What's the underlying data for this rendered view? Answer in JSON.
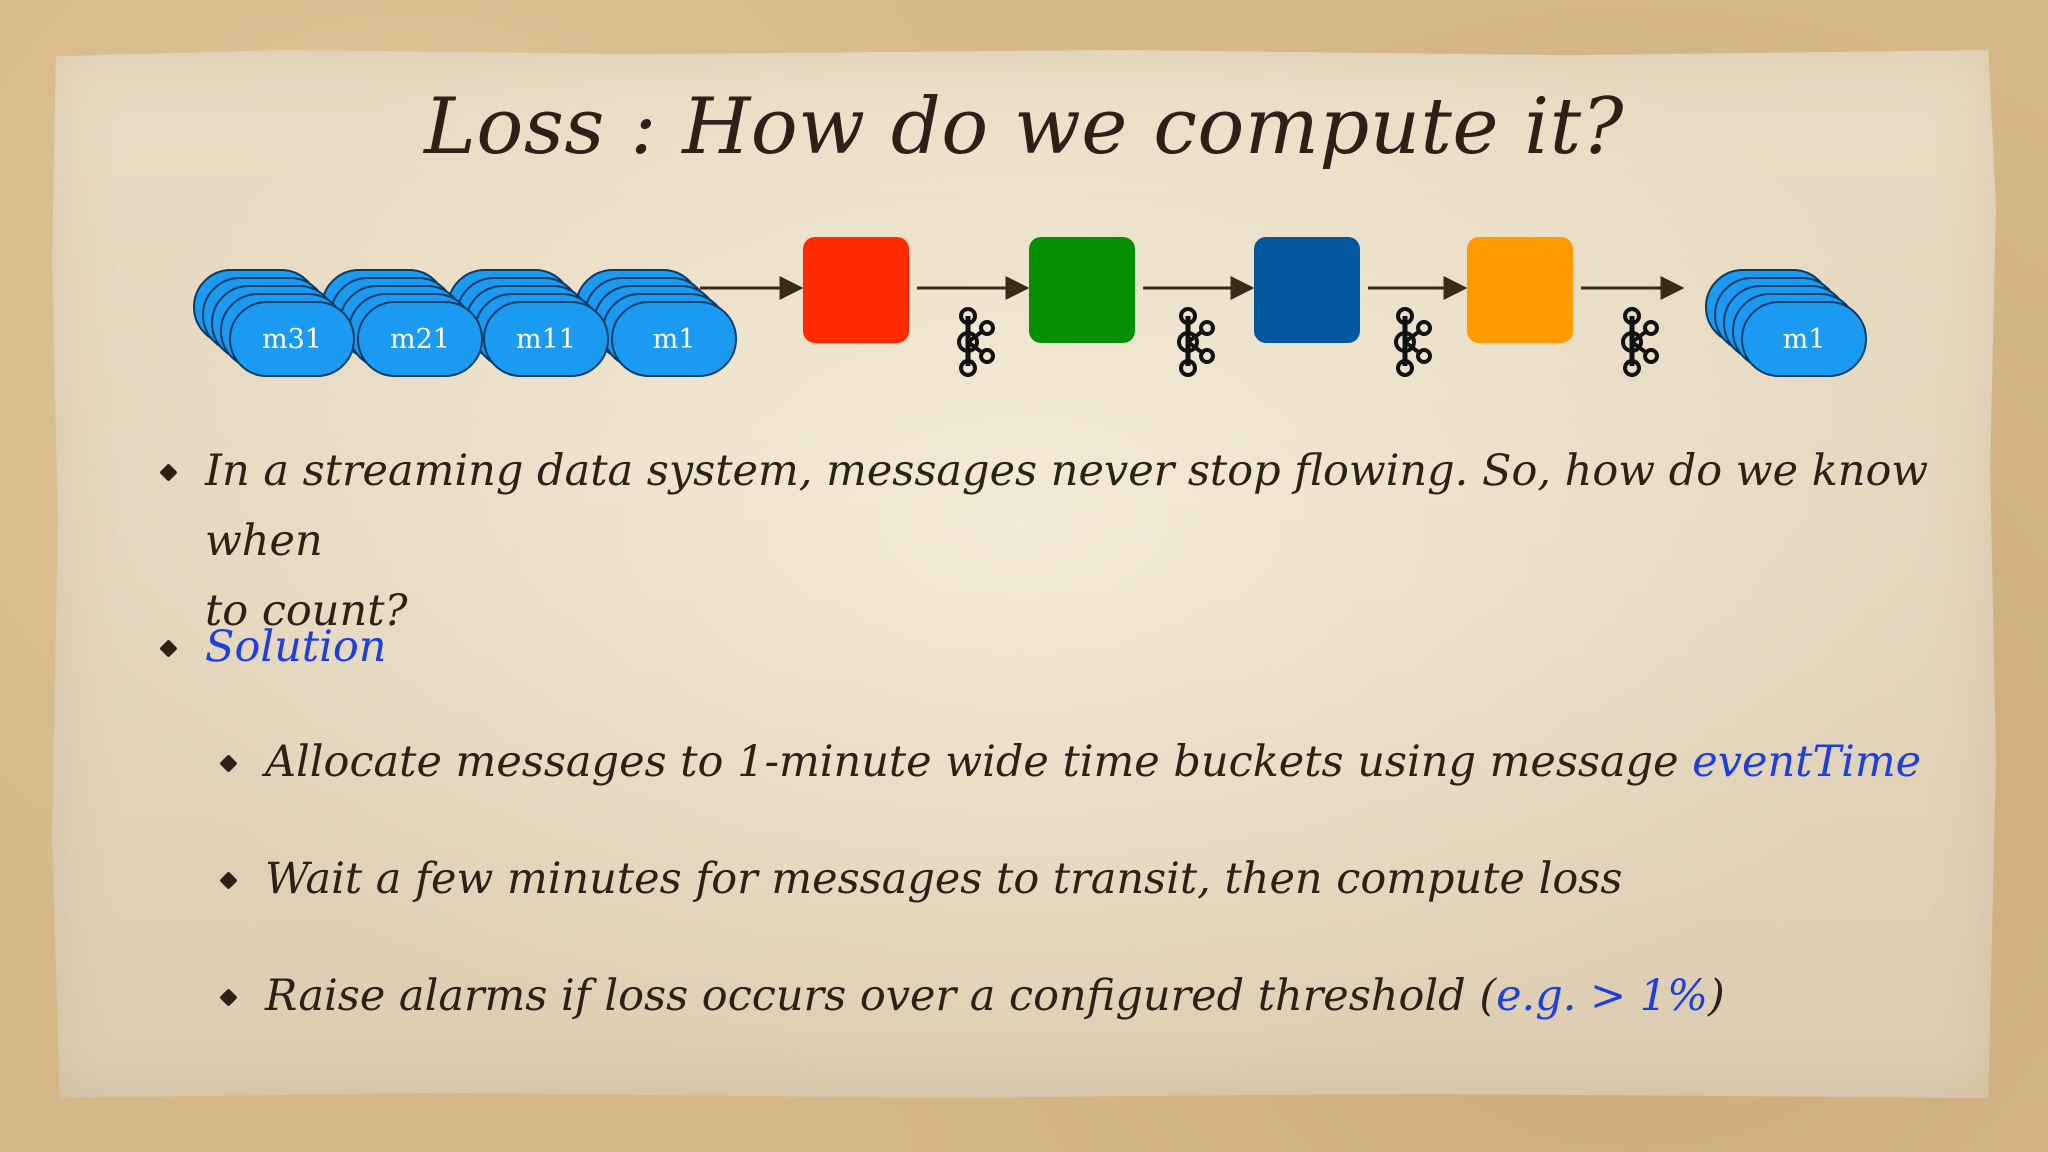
{
  "slide": {
    "title": "Loss : How do we compute it?"
  },
  "diagram": {
    "message_groups": [
      {
        "label": "m31",
        "stack": 5
      },
      {
        "label": "m21",
        "stack": 5
      },
      {
        "label": "m11",
        "stack": 5
      },
      {
        "label": "m1",
        "stack": 5
      }
    ],
    "stages": [
      {
        "name": "stage-red",
        "color": "#ff2a00"
      },
      {
        "name": "stage-green",
        "color": "#048f04"
      },
      {
        "name": "stage-blue",
        "color": "#04579e"
      },
      {
        "name": "stage-orange",
        "color": "#ff9b00"
      }
    ],
    "output_group": {
      "label": "m1",
      "stack": 5
    },
    "message_color": "#1a9af0",
    "kafka_icon": "kafka-icon"
  },
  "bullets": [
    {
      "text": "In a streaming data system, messages never stop flowing. So, how do we know when to count?",
      "line1": "In a streaming data system, messages never stop flowing. So, how do we know when",
      "line2": "to count?"
    },
    {
      "text": "Solution",
      "highlight": true,
      "sub_bullets": [
        {
          "text_before": "Allocate messages to 1-minute wide time buckets using message ",
          "highlight": "eventTime",
          "text_after": ""
        },
        {
          "text_before": "Wait a few minutes for messages to transit, then compute loss",
          "highlight": "",
          "text_after": ""
        },
        {
          "text_before": "Raise alarms if loss occurs over a configured threshold (",
          "highlight": "e.g. > 1%",
          "text_after": ")"
        }
      ]
    }
  ],
  "colors": {
    "text": "#2b2117",
    "highlight": "#1e3fe0"
  }
}
